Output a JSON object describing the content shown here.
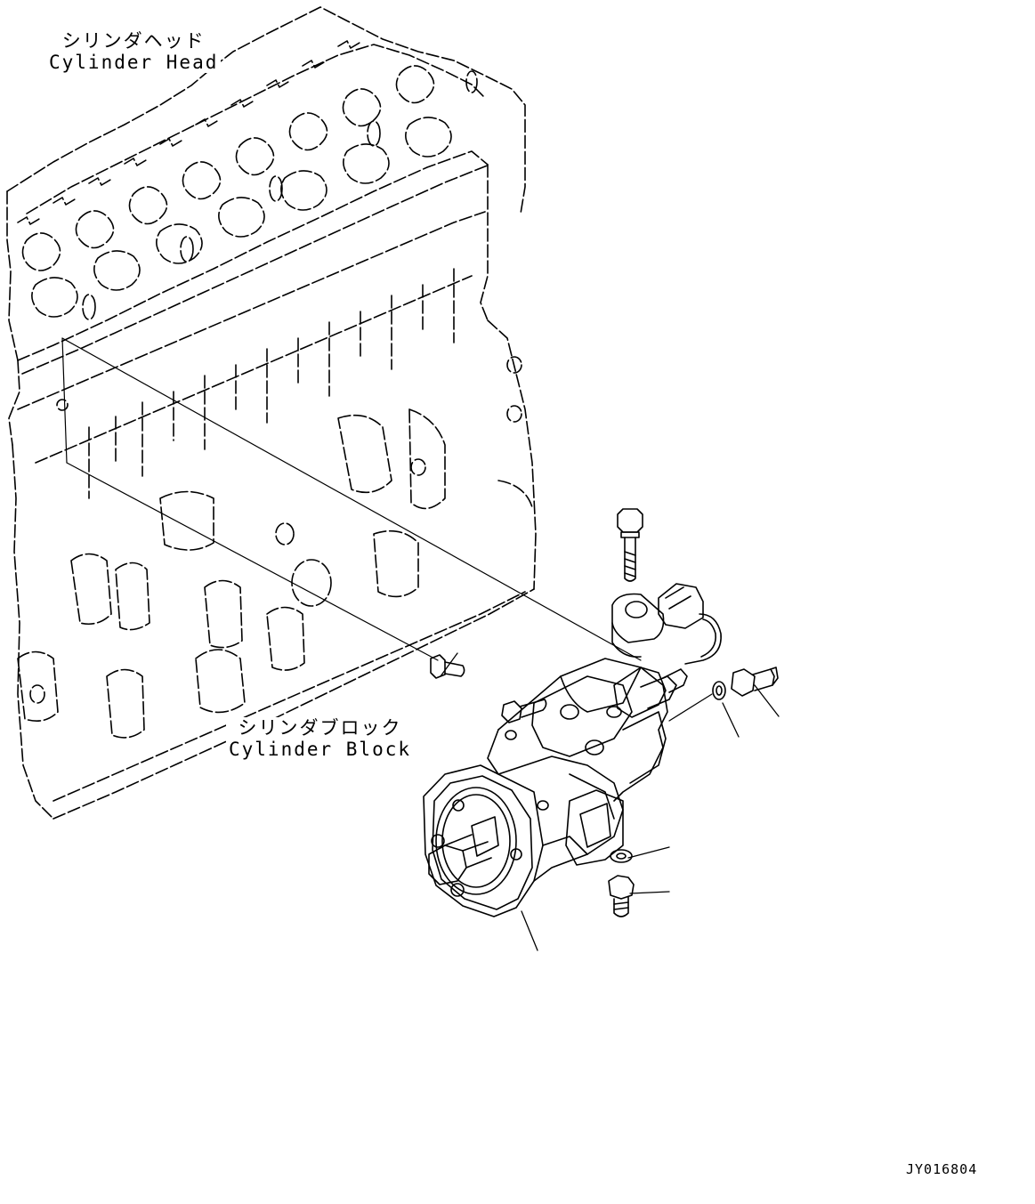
{
  "labels": {
    "cylinder_head_jp": "シリンダヘッド",
    "cylinder_head_en": "Cylinder Head",
    "cylinder_block_jp": "シリンダブロック",
    "cylinder_block_en": "Cylinder Block"
  },
  "drawing_code": "JY016804",
  "colors": {
    "line": "#000000",
    "background": "#ffffff"
  }
}
